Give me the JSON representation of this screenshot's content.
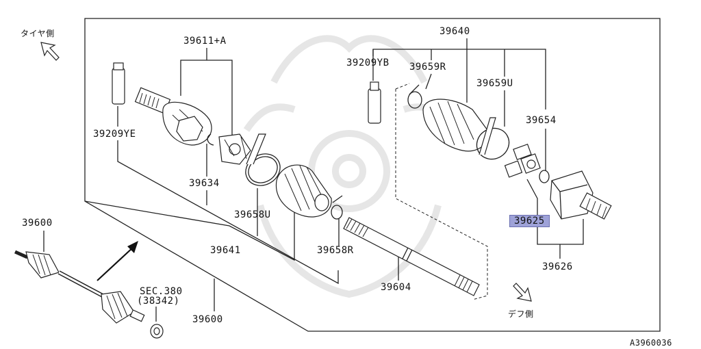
{
  "direction_labels": {
    "tire_side": "タイヤ側",
    "diff_side": "デフ側"
  },
  "part_numbers": {
    "p39611A": "39611+A",
    "p39209YE": "39209YE",
    "p39634": "39634",
    "p39658U": "39658U",
    "p39641": "39641",
    "p39658R": "39658R",
    "p39600_top": "39600",
    "p39600_bottom": "39600",
    "sec380_line1": "SEC.380",
    "sec380_line2": "(38342)",
    "p39604": "39604",
    "p39640": "39640",
    "p39209YB": "39209YB",
    "p39659R": "39659R",
    "p39659U": "39659U",
    "p39654": "39654",
    "p39625": "39625",
    "p39626": "39626"
  },
  "highlighted_part": "39625",
  "figure_code": "A3960036"
}
